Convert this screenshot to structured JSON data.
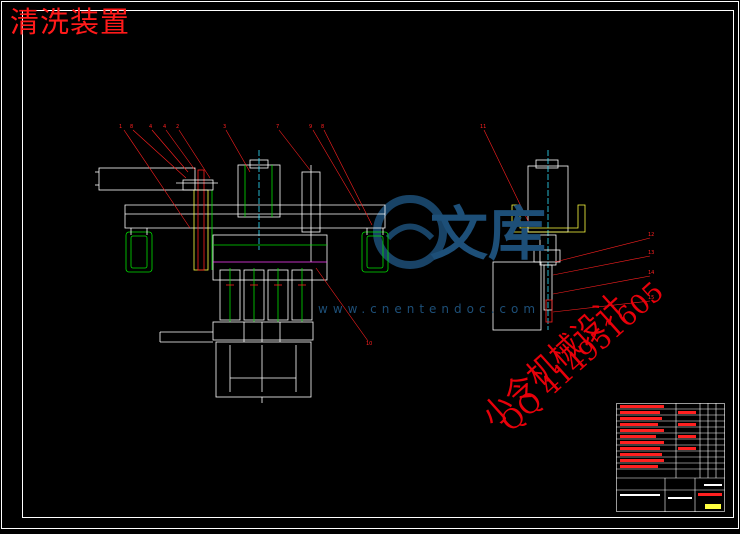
{
  "drawing": {
    "title": "清洗装置",
    "watermark_logo": "文库",
    "watermark_url": "www.cnentendoc.com",
    "overlay_line1": "小令机械设计",
    "overlay_line2": "QQ 414951605"
  },
  "colors": {
    "background": "#000000",
    "title_red": "#ff1a1a",
    "frame": "#ffffff",
    "green": "#00e000",
    "red_line": "#ff2020",
    "magenta": "#ff40ff",
    "yellow": "#ffff40",
    "cyan": "#30e0ff",
    "watermark_blue": "#1d4f78"
  },
  "icons": [
    "doc88-logo-icon"
  ]
}
